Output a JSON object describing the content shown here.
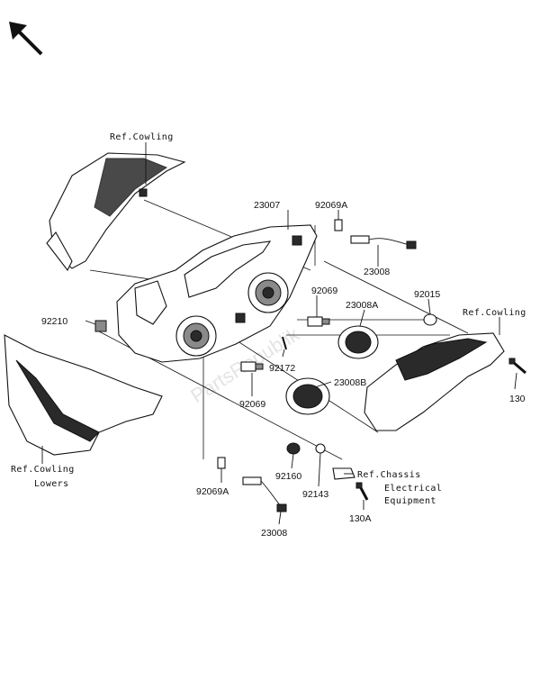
{
  "labels": {
    "ref_cowling_top": "Ref.Cowling",
    "ref_cowling_right": "Ref.Cowling",
    "ref_cowling_lowers_1": "Ref.Cowling",
    "ref_cowling_lowers_2": "Lowers",
    "ref_chassis_1": "Ref.Chassis",
    "ref_chassis_2": "Electrical",
    "ref_chassis_3": "Equipment"
  },
  "part_numbers": {
    "p23007": "23007",
    "p92069A_top": "92069A",
    "p23008_top": "23008",
    "p92069_right": "92069",
    "p23008A": "23008A",
    "p92015": "92015",
    "p92210": "92210",
    "p92172": "92172",
    "p23008B": "23008B",
    "p92069_left": "92069",
    "p130": "130",
    "p92160": "92160",
    "p92143": "92143",
    "p92069A_bottom": "92069A",
    "p130A": "130A",
    "p23008_bottom": "23008"
  },
  "watermark": "PartsRepublik",
  "icons": {
    "orientation": "direction-arrow-icon"
  }
}
